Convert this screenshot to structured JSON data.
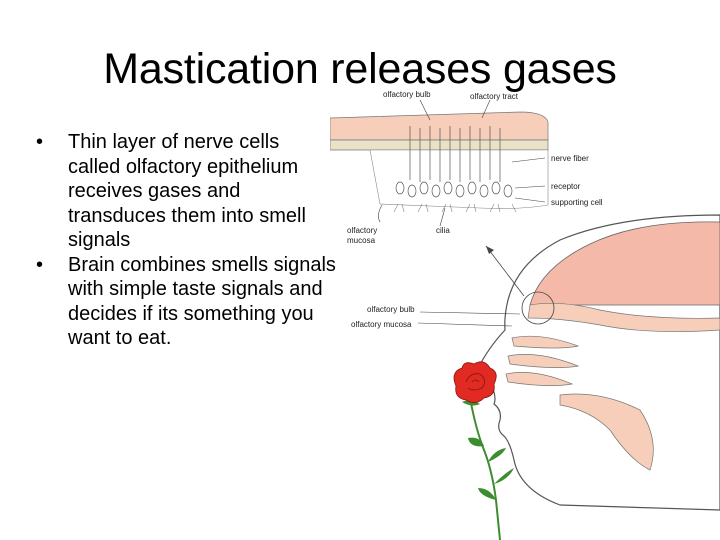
{
  "slide": {
    "title": "Mastication releases gases",
    "bullets": [
      "Thin layer of nerve cells called olfactory epithelium receives gases and transduces them into smell signals",
      "Brain combines smells signals with simple taste signals and decides if its something you want to eat."
    ]
  },
  "illustration": {
    "labels": {
      "olfactory_bulb_top": "olfactory bulb",
      "olfactory_tract": "olfactory tract",
      "nerve_fiber": "nerve fiber",
      "receptor": "receptor",
      "supporting_cell": "supporting cell",
      "olfactory_mucosa_line1": "olfactory",
      "olfactory_mucosa_line2": "mucosa",
      "cilia": "cilia",
      "olfactory_bulb": "olfactory bulb",
      "olfactory_mucosa": "olfactory mucosa"
    },
    "colors": {
      "brain": "#f4b9a8",
      "tissue": "#f6ceb9",
      "bone": "#e9e2c8",
      "rose": "#e02a22",
      "stem": "#3c8d2f",
      "outline": "#555555"
    }
  }
}
